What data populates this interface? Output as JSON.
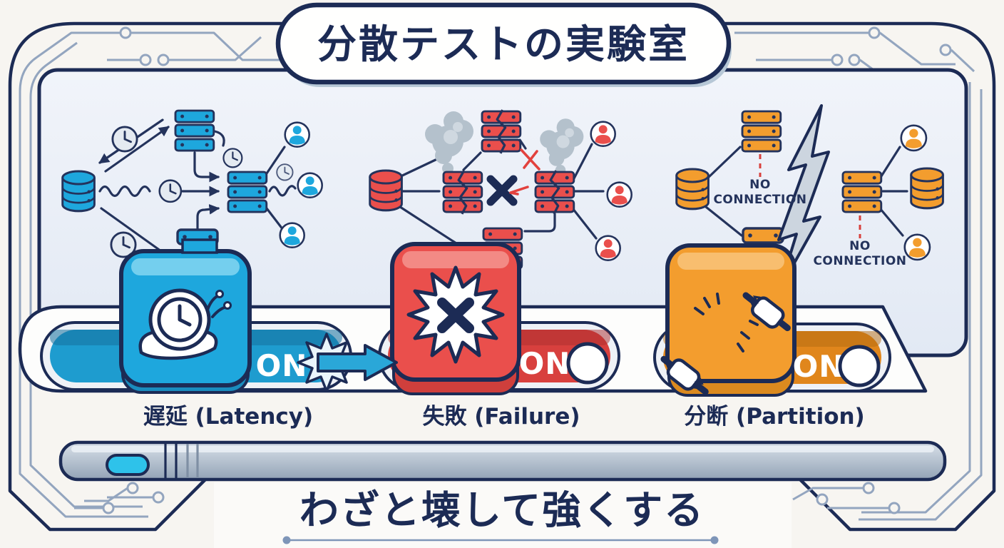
{
  "title": "分散テストの実験室",
  "slogan": "わざと壊して強くする",
  "panels": [
    {
      "name": "latency",
      "label": "遅延 (Latency)",
      "switch": "ON"
    },
    {
      "name": "failure",
      "label": "失敗 (Failure)",
      "switch": "ON"
    },
    {
      "name": "partition",
      "label": "分断 (Partition)",
      "switch": "ON"
    }
  ],
  "partition_annotations": {
    "left": {
      "line1": "NO",
      "line2": "CONNECTION"
    },
    "right": {
      "line1": "NO",
      "line2": "CONNECTION"
    }
  },
  "icons": {
    "latency_button": "snail-clock-icon",
    "failure_button": "burst-x-icon",
    "partition_button": "broken-cable-icon",
    "scene": [
      "database-icon",
      "server-stack-icon",
      "clock-icon",
      "user-icon",
      "smoke-icon",
      "lightning-bolt-icon",
      "x-mark-icon"
    ]
  },
  "colors": {
    "navy": "#1c2b55",
    "latency_blue": "#1ea7dd",
    "failure_red": "#ea4f4c",
    "partition_orange": "#f39d2e",
    "screen_panel": "#e9eef7",
    "circuit_trace": "#93a5bf",
    "smoke_gray": "#b4c1cc",
    "device_edge": "#aebccb",
    "accent_cyan": "#2ec2ea",
    "background": "#f7f5f1"
  }
}
